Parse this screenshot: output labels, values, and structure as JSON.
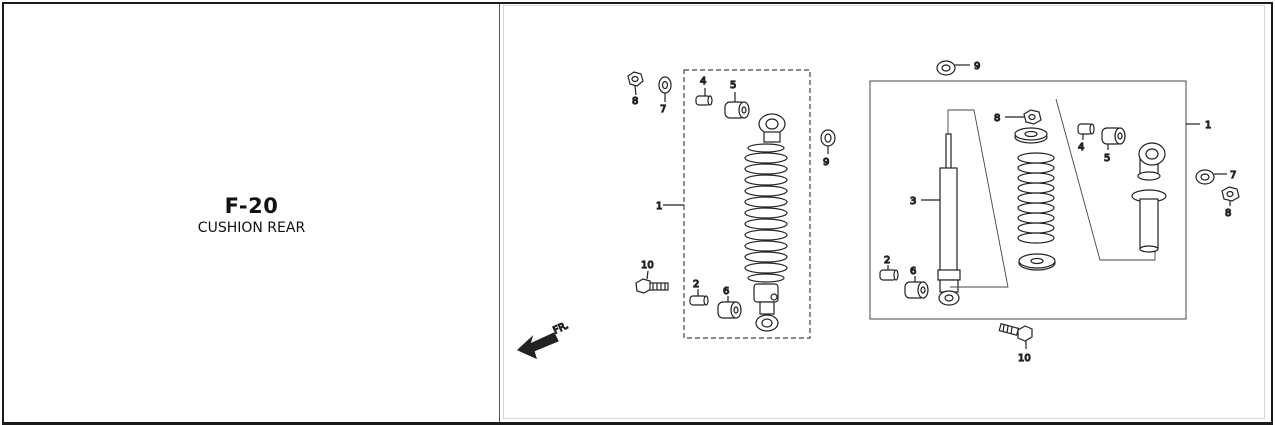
{
  "section": {
    "code": "F-20",
    "name": "CUSHION REAR"
  },
  "diagram": {
    "direction_label": "FR.",
    "callouts": {
      "left_8": "8",
      "left_7": "7",
      "left_4": "4",
      "left_5": "5",
      "left_9": "9",
      "left_1": "1",
      "left_10": "10",
      "left_2": "2",
      "left_6": "6",
      "right_9": "9",
      "right_8": "8",
      "right_4": "4",
      "right_5": "5",
      "right_1": "1",
      "right_7": "7",
      "right_8b": "8",
      "right_3": "3",
      "right_2": "2",
      "right_6": "6",
      "right_10": "10"
    }
  }
}
